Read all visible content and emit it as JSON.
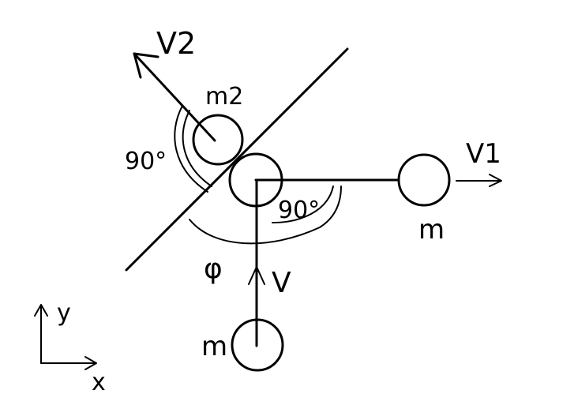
{
  "labels": {
    "v2": "V2",
    "m2": "m2",
    "angle_left": "90°",
    "angle_right": "90°",
    "v1": "V1",
    "mass_right": "m",
    "phi": "φ",
    "v": "V",
    "mass_bottom": "m",
    "axis_y": "y",
    "axis_x": "x"
  },
  "colors": {
    "ink": "#000000",
    "background": "#ffffff"
  }
}
